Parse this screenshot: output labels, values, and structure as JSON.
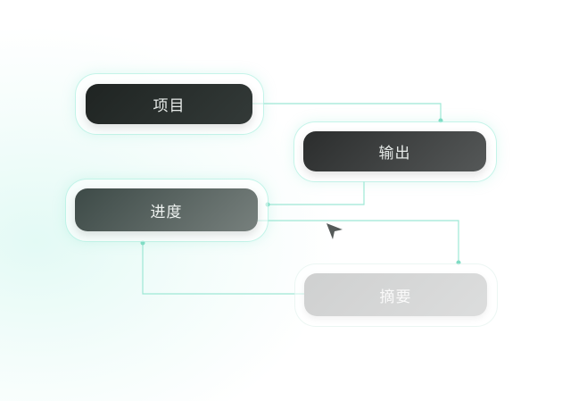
{
  "nodes": [
    {
      "id": "n1",
      "label": "项目"
    },
    {
      "id": "n2",
      "label": "输出"
    },
    {
      "id": "n3",
      "label": "进度"
    },
    {
      "id": "n4",
      "label": "摘要"
    }
  ],
  "edges": [
    {
      "from": "n1",
      "to": "n2"
    },
    {
      "from": "n2",
      "to": "n3"
    },
    {
      "from": "n3",
      "to": "n4"
    },
    {
      "from": "n4",
      "to": "n3"
    }
  ],
  "colors": {
    "connector": "#9ee8d5",
    "connector_dot": "#7fdcc4",
    "node_dark": "#1f2422",
    "node_mid": "#4c5654",
    "node_light": "#d6d7d7"
  },
  "cursor_icon": "arrow-pointer-icon"
}
